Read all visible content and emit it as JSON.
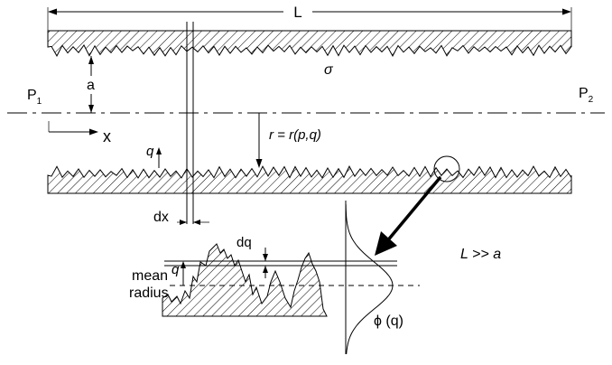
{
  "labels": {
    "length": "L",
    "sigma": "σ",
    "p1_base": "P",
    "p1_sub": "1",
    "p2_base": "P",
    "p2_sub": "2",
    "a": "a",
    "x": "x",
    "q_pipe": "q",
    "r_eq": "r = r(p,q)",
    "dx": "dx",
    "dq": "dq",
    "q_detail": "q",
    "mean": "mean",
    "radius": "radius",
    "condition": "L >> a",
    "phi": "ϕ (q)"
  }
}
